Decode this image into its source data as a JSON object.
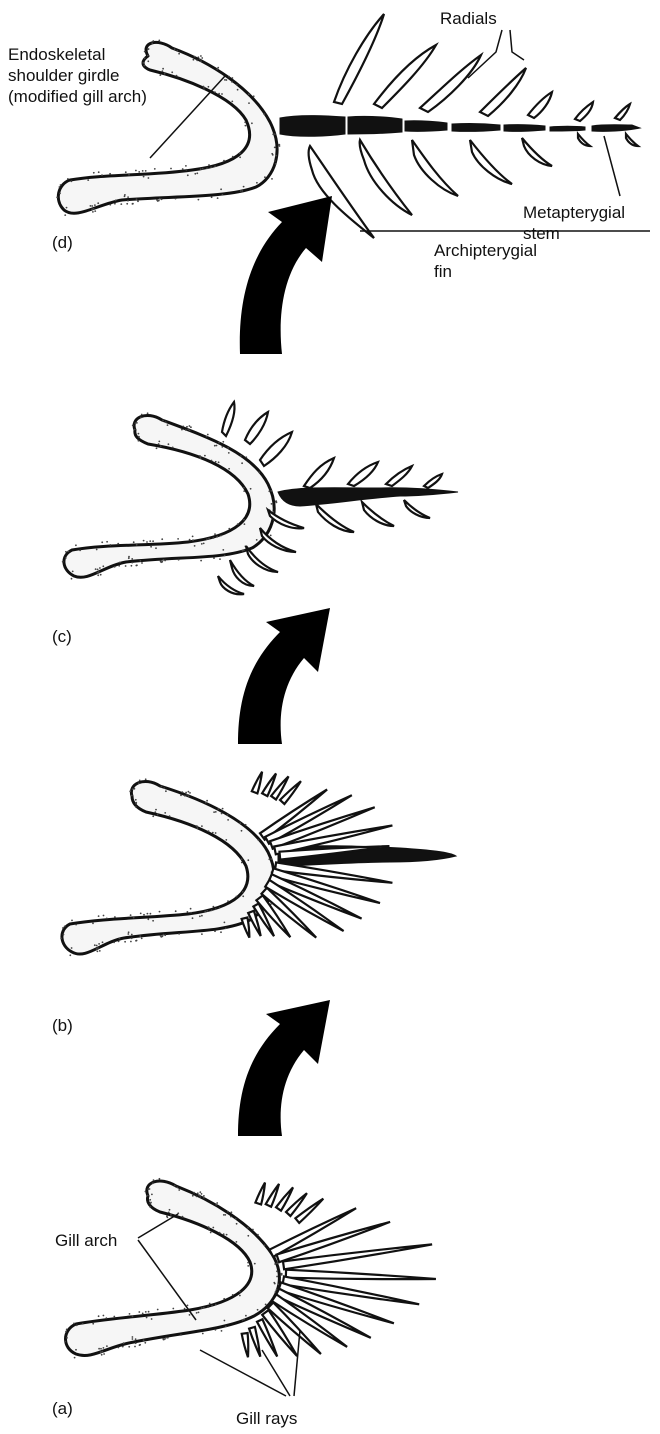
{
  "figure": {
    "panel_d": {
      "letter": "(d)",
      "label_girdle": [
        "Endoskeletal",
        "shoulder girdle",
        "(modified gill arch)"
      ],
      "label_radials": "Radials",
      "label_stem": [
        "Metapterygial",
        "stem"
      ],
      "label_fin": [
        "Archipterygial",
        "fin"
      ]
    },
    "panel_c": {
      "letter": "(c)"
    },
    "panel_b": {
      "letter": "(b)"
    },
    "panel_a": {
      "letter": "(a)",
      "label_arch": "Gill arch",
      "label_rays": "Gill rays"
    }
  },
  "colors": {
    "ink": "#111111",
    "bone_fill": "#f6f6f6",
    "arrow": "#000000"
  }
}
